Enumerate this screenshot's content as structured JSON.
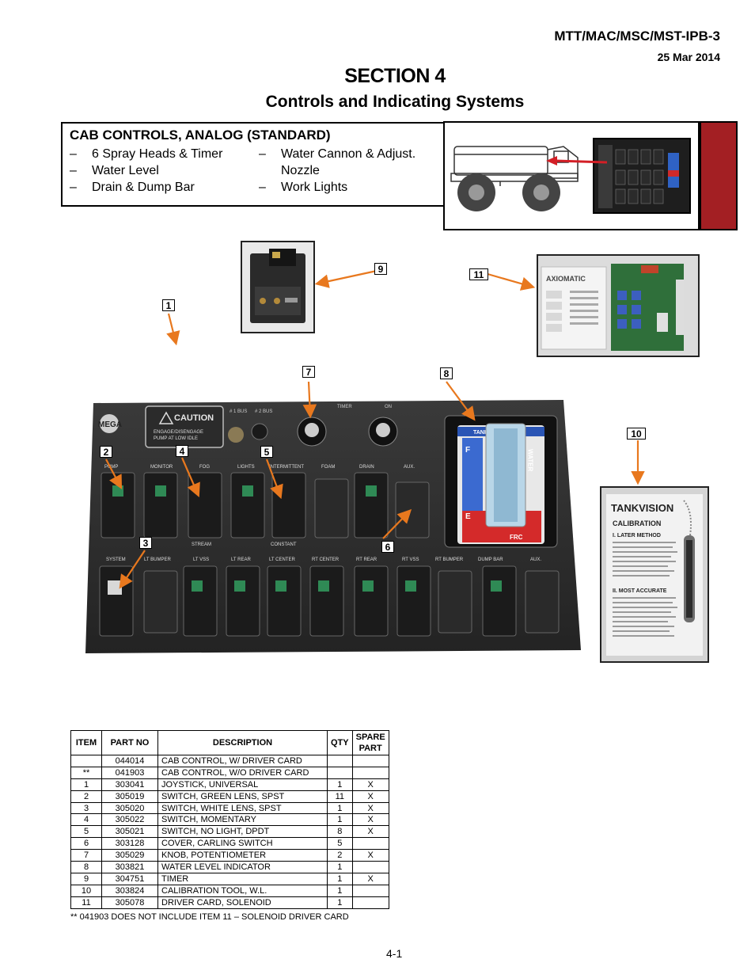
{
  "header": {
    "doc_id": "MTT/MAC/MSC/MST-IPB-3",
    "date": "25 Mar 2014",
    "section_title": "SECTION 4",
    "section_subtitle": "Controls and Indicating Systems"
  },
  "info_box": {
    "title": "CAB CONTROLS, ANALOG (STANDARD)",
    "bullets_left": [
      "6 Spray Heads & Timer",
      "Water Level",
      "Drain & Dump Bar"
    ],
    "bullets_right": [
      "Water Cannon & Adjust.",
      "Nozzle",
      "Work Lights"
    ],
    "dash": "–"
  },
  "colors": {
    "tab_red": "#a31f23",
    "arrow": "#e8781e",
    "truck_arrow": "#d31f26"
  },
  "callouts": [
    "1",
    "2",
    "3",
    "4",
    "5",
    "6",
    "7",
    "8",
    "9",
    "10",
    "11"
  ],
  "panel_labels": {
    "brand": "MEGA",
    "caution": "CAUTION",
    "caution_l1": "ENGAGE/DISENGAGE",
    "caution_l2": "PUMP AT LOW IDLE",
    "bus1": "# 1 BUS",
    "bus2": "# 2 BUS",
    "timer": "TIMER",
    "on": "ON",
    "row1": [
      "PUMP",
      "MONITOR",
      "FOG",
      "LIGHTS",
      "INTERMITTENT",
      "FOAM",
      "DRAIN",
      "AUX."
    ],
    "row1_under": [
      "",
      "",
      "STREAM",
      "",
      "CONSTANT",
      "",
      "",
      ""
    ],
    "row2": [
      "SYSTEM",
      "LT BUMPER",
      "LT VSS",
      "LT REAR",
      "LT CENTER",
      "RT CENTER",
      "RT REAR",
      "RT VSS",
      "RT BUMPER",
      "DUMP BAR",
      "AUX."
    ],
    "gauge_brand": "TANKVISION",
    "gauge_word": "WATER",
    "gauge_f": "F",
    "gauge_e": "E",
    "frc": "FRC"
  },
  "card_labels": {
    "brand": "AXIOMATIC"
  },
  "calib_labels": {
    "brand": "TANKVISION",
    "title": "CALIBRATION",
    "method": "I. LATER METHOD",
    "accurate": "II. MOST ACCURATE"
  },
  "table": {
    "headers": [
      "ITEM",
      "PART NO",
      "DESCRIPTION",
      "QTY",
      "SPARE PART"
    ],
    "rows": [
      [
        "",
        "044014",
        "CAB CONTROL, W/ DRIVER CARD",
        "",
        ""
      ],
      [
        "**",
        "041903",
        "CAB CONTROL, W/O DRIVER CARD",
        "",
        ""
      ],
      [
        "1",
        "303041",
        "JOYSTICK, UNIVERSAL",
        "1",
        "X"
      ],
      [
        "2",
        "305019",
        "SWITCH, GREEN LENS, SPST",
        "11",
        "X"
      ],
      [
        "3",
        "305020",
        "SWITCH, WHITE LENS, SPST",
        "1",
        "X"
      ],
      [
        "4",
        "305022",
        "SWITCH, MOMENTARY",
        "1",
        "X"
      ],
      [
        "5",
        "305021",
        "SWITCH, NO LIGHT, DPDT",
        "8",
        "X"
      ],
      [
        "6",
        "303128",
        "COVER, CARLING SWITCH",
        "5",
        ""
      ],
      [
        "7",
        "305029",
        "KNOB, POTENTIOMETER",
        "2",
        "X"
      ],
      [
        "8",
        "303821",
        "WATER LEVEL INDICATOR",
        "1",
        ""
      ],
      [
        "9",
        "304751",
        "TIMER",
        "1",
        "X"
      ],
      [
        "10",
        "303824",
        "CALIBRATION TOOL, W.L.",
        "1",
        ""
      ],
      [
        "11",
        "305078",
        "DRIVER CARD, SOLENOID",
        "1",
        ""
      ]
    ],
    "footnote": "** 041903 DOES NOT INCLUDE ITEM 11 – SOLENOID DRIVER CARD"
  },
  "page_number": "4-1"
}
